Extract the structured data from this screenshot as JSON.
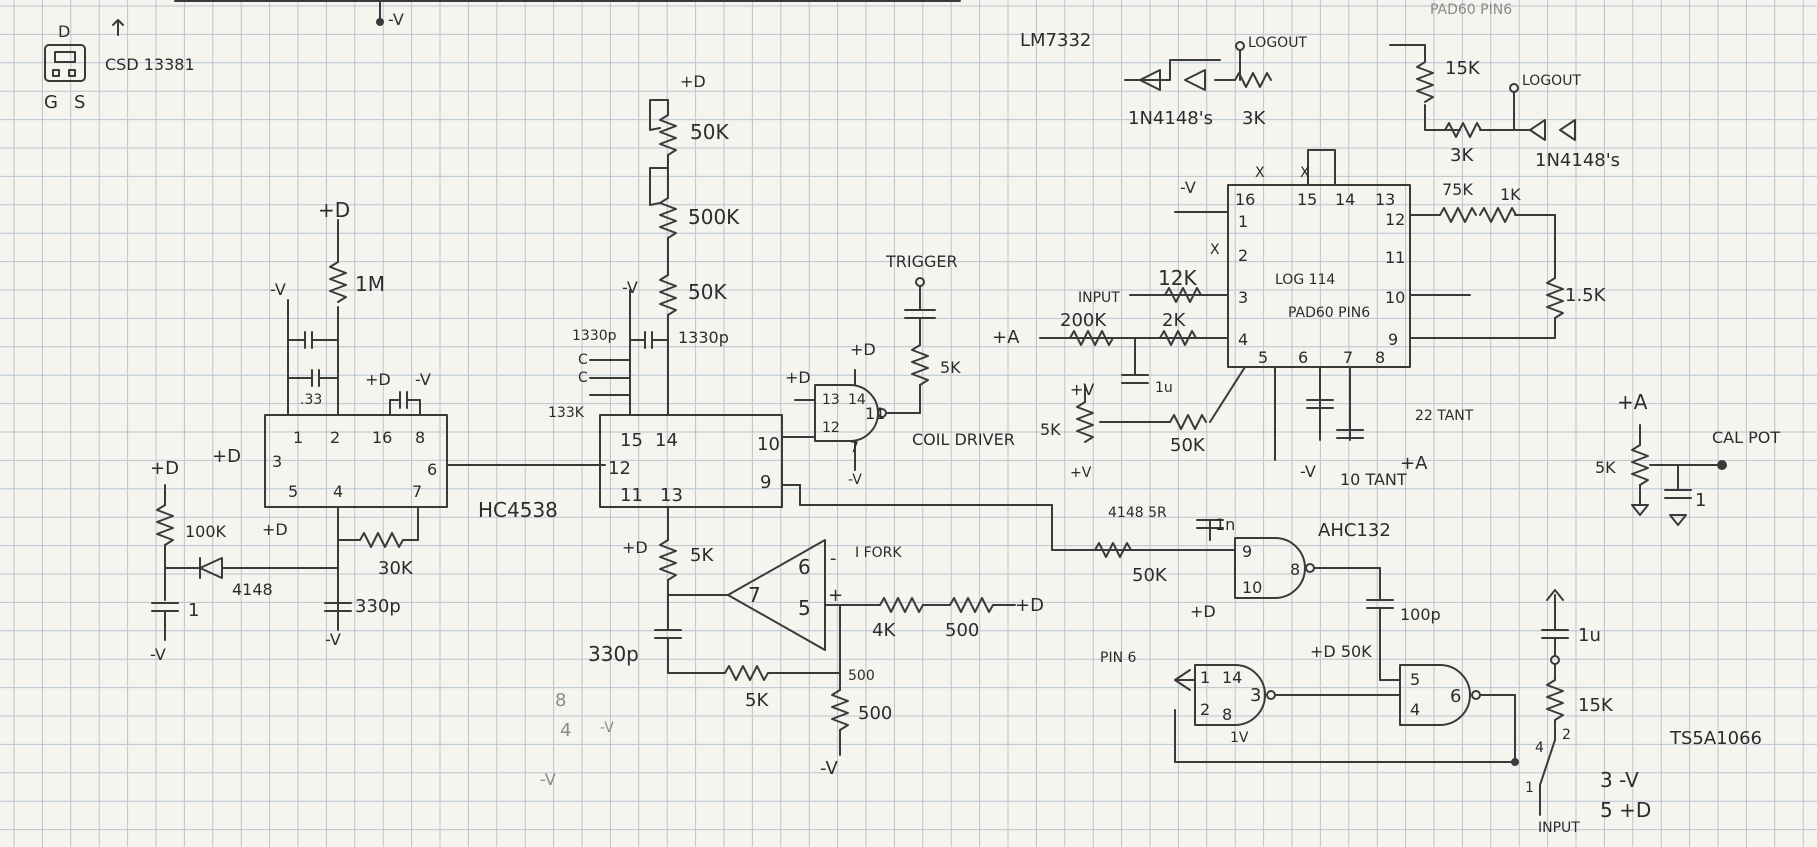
{
  "labels": {
    "minus_v_top": "-V",
    "lm7332": "LM7332",
    "pad60_pin6_top": "PAD60 PIN6",
    "csd_fet": "CSD 13381",
    "fet_d": "D",
    "fet_g": "G",
    "fet_s": "S",
    "logout_1": "LOGOUT",
    "logout_2": "LOGOUT",
    "diodes_1": "1N4148's",
    "diodes_2": "1N4148's",
    "r_3k_a": "3K",
    "r_3k_b": "3K",
    "r_15k_top": "15K",
    "plusd_1": "+D",
    "r_1m": "1M",
    "minusv_1": "-V",
    "cap_33": ".33",
    "plusd_2": "+D",
    "minusv_2": "-V",
    "u1_p1": "1",
    "u1_p2": "2",
    "u1_p16": "16",
    "u1_p8": "8",
    "u1_p3": "3",
    "u1_p6": "6",
    "u1_p5": "5",
    "u1_p4": "4",
    "u1_p7": "7",
    "plusd_3": "+D",
    "plusd_4": "+D",
    "r_100k": "100K",
    "d_4148": "4148",
    "r_30k": "30K",
    "cap_1_left": "1",
    "minusv_3": "-V",
    "plusd_5": "+D",
    "cap_330p_left": "330p",
    "minusv_4": "-V",
    "plusd_6": "+D",
    "pot_50k_top": "50K",
    "pot_500k": "500K",
    "minusv_5": "-V",
    "r_50k_mid": "50K",
    "cap_1330p_a": "1330p",
    "cap_1330p_b": "1330p",
    "cap_c1": "C",
    "cap_c2": "C",
    "r_133k": "133K",
    "u2_p15": "15",
    "u2_p14": "14",
    "u2_p12": "12",
    "u2_p10": "10",
    "u2_p11": "11",
    "u2_p13": "13",
    "u2_p9": "9",
    "hc4538": "HC4538",
    "plusd_7": "+D",
    "plusd_8": "+D",
    "g1_p13": "13",
    "g1_p14": "14",
    "g1_p12": "12",
    "g1_p11": "11",
    "g1_p7": "7",
    "minusv_6": "-V",
    "trigger": "TRIGGER",
    "r_5k_trig": "5K",
    "coil_driver": "COIL DRIVER",
    "plusd_9": "+D",
    "r_5k_mid": "5K",
    "oa_p6": "6",
    "oa_p7": "7",
    "oa_p5": "5",
    "oa_minus": "-",
    "oa_plus": "+",
    "i_fork": "I FORK",
    "r_4k": "4K",
    "r_500_a": "500",
    "plusd_10": "+D",
    "cap_330p_mid": "330p",
    "r_5k_low": "5K",
    "pot_500": "500",
    "pot_500_sm": "500",
    "minusv_7": "-V",
    "minusv_8": "-V",
    "log_p16": "16",
    "log_p15": "15",
    "log_p14": "14",
    "log_p13": "13",
    "log_p1": "1",
    "log_p2": "2",
    "log_p3": "3",
    "log_p4": "4",
    "log_p12": "12",
    "log_p11": "11",
    "log_p10": "10",
    "log_p9": "9",
    "log_p5": "5",
    "log_p6": "6",
    "log_p7": "7",
    "log_p8": "8",
    "log_x1": "X",
    "log_x2": "X",
    "log_x3": "X",
    "log114": "LOG 114",
    "pad60_pin6": "PAD60 PIN6",
    "minusv_9": "-V",
    "input_label": "INPUT",
    "r_12k": "12K",
    "r_200k": "200K",
    "r_2k": "2K",
    "plusa_1": "+A",
    "cap_1u_mid": "1u",
    "plusv_pot": "+V",
    "pot_5k_mid": "5K",
    "plusv_pot2": "+V",
    "r_50k_log": "50K",
    "minusv_10": "-V",
    "tant_22": "22 TANT",
    "tant_10": "10 TANT",
    "plusa_2": "+A",
    "r_75k": "75K",
    "r_1k": "1K",
    "r_15k_right": "1.5K",
    "plusa_3": "+A",
    "pot_5k_cal": "5K",
    "cal_pot": "CAL POT",
    "cap_1_cal": "1",
    "r_4148_5r": "4148 5R",
    "r_50k_nand": "50K",
    "cap_1n": "1n",
    "ahc132": "AHC132",
    "n1_p9": "9",
    "n1_p10": "10",
    "n1_p8": "8",
    "cap_100p": "100p",
    "plusd_11": "+D",
    "plusd_12": "+D 50K",
    "pin6_label": "PIN 6",
    "n2_p1": "1",
    "n2_p14": "14",
    "n2_p2": "2",
    "n2_p3": "3",
    "n2_p8": "8",
    "n2_p7": "1V",
    "n3_p5": "5",
    "n3_p4": "4",
    "n3_p6": "6",
    "cap_1u_right": "1u",
    "r_15k_bot": "15K",
    "ts5a": "TS5A1066",
    "sw_4": "4",
    "sw_2": "2",
    "sw_1": "1",
    "sw_3v": "3 -V",
    "sw_5d": "5 +D",
    "input_bottom": "INPUT",
    "faint_8": "8",
    "faint_4": "4",
    "faint_v": "-V"
  }
}
